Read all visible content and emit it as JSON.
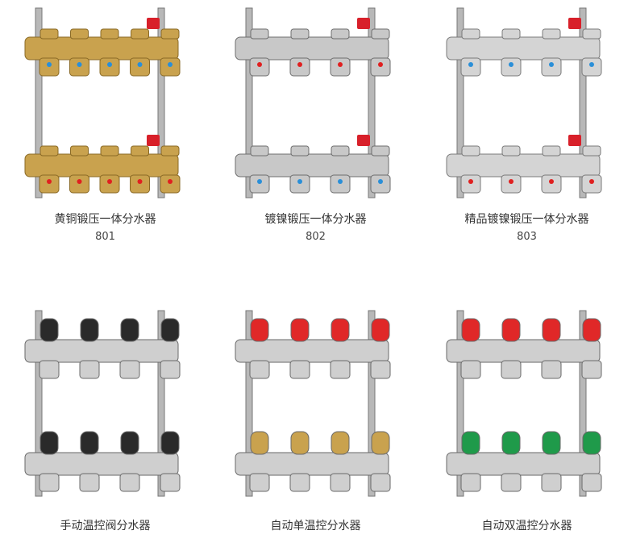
{
  "products": [
    {
      "name": "黄铜锻压一体分水器",
      "code": "801",
      "body": "#c9a24e",
      "dark": "#8a6a26",
      "top_caps": "#c9a24e",
      "bottom_caps": "#c9a24e",
      "dots_top": "#2a8fd8",
      "dots_bottom": "#e02020",
      "handles": "#d8202a",
      "ports": 5
    },
    {
      "name": "镀镍锻压一体分水器",
      "code": "802",
      "body": "#c8c8c8",
      "dark": "#6e6e6e",
      "top_caps": "#c8c8c8",
      "bottom_caps": "#c8c8c8",
      "dots_top": "#e02020",
      "dots_bottom": "#2a8fd8",
      "handles": "#d8202a",
      "ports": 4
    },
    {
      "name": "精品镀镍锻压一体分水器",
      "code": "803",
      "body": "#d4d4d4",
      "dark": "#7a7a7a",
      "top_caps": "#d4d4d4",
      "bottom_caps": "#d4d4d4",
      "dots_top": "#2a8fd8",
      "dots_bottom": "#e02020",
      "handles": "#d8202a",
      "ports": 4
    },
    {
      "name": "手动温控阀分水器",
      "body": "#cfcfcf",
      "dark": "#6a6a6a",
      "top_caps": "#2a2a2a",
      "bottom_caps": "#2a2a2a",
      "dots_top": "#cfcfcf",
      "dots_bottom": "#cfcfcf",
      "handles": "",
      "ports": 4
    },
    {
      "name": "自动单温控分水器",
      "body": "#cfcfcf",
      "dark": "#6a6a6a",
      "top_caps": "#e02828",
      "bottom_caps": "#c9a24e",
      "dots_top": "#cfcfcf",
      "dots_bottom": "#cfcfcf",
      "handles": "",
      "ports": 4
    },
    {
      "name": "自动双温控分水器",
      "body": "#cfcfcf",
      "dark": "#6a6a6a",
      "top_caps": "#e02828",
      "bottom_caps": "#1f9a4a",
      "dots_top": "#cfcfcf",
      "dots_bottom": "#cfcfcf",
      "handles": "",
      "ports": 4
    }
  ]
}
